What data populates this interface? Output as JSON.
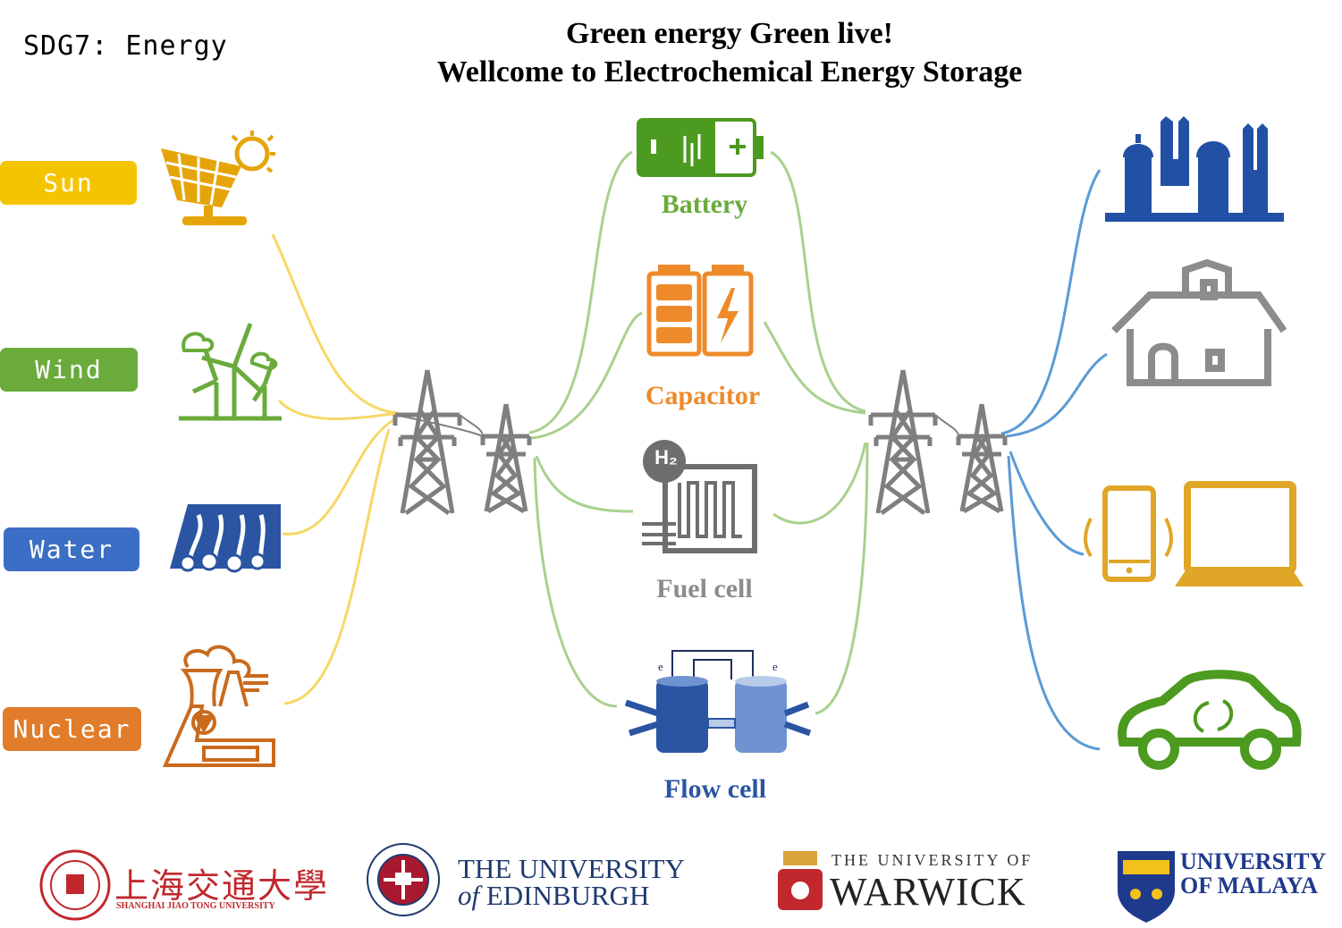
{
  "header": {
    "sdg_label": "SDG7: Energy",
    "title_line1": "Green energy Green live!",
    "title_line2": "Wellcome to Electrochemical Energy Storage"
  },
  "sources": [
    {
      "label": "Sun",
      "color": "#f5c400",
      "icon": "solar-panel-icon"
    },
    {
      "label": "Wind",
      "color": "#6aab3c",
      "icon": "wind-turbine-icon"
    },
    {
      "label": "Water",
      "color": "#3b6fc5",
      "icon": "hydro-dam-icon"
    },
    {
      "label": "Nuclear",
      "color": "#e07c2a",
      "icon": "nuclear-plant-icon"
    }
  ],
  "storage": [
    {
      "label": "Battery",
      "color": "#6aab3c",
      "icon": "battery-icon"
    },
    {
      "label": "Capacitor",
      "color": "#ee8a2a",
      "icon": "capacitor-icon"
    },
    {
      "label": "Fuel cell",
      "color": "#8c8c8c",
      "icon": "fuel-cell-icon"
    },
    {
      "label": "Flow cell",
      "color": "#2b55a3",
      "icon": "flow-cell-icon"
    }
  ],
  "fuel_cell_badge": "H₂",
  "flow_cell_electrode_left": "e",
  "flow_cell_electrode_right": "e",
  "consumers": [
    {
      "icon": "factory-icon",
      "color": "#2250a5"
    },
    {
      "icon": "house-icon",
      "color": "#8c8c8c"
    },
    {
      "icon": "phone-laptop-icon",
      "color": "#e0a628"
    },
    {
      "icon": "electric-car-icon",
      "color": "#4c9a1f"
    }
  ],
  "line_colors": {
    "source": "#f7d867",
    "storage": "#a9d18e",
    "consumer": "#5b9bd5",
    "tower": "#7f7f7f"
  },
  "logos": {
    "sjtu_cn": "上海交通大學",
    "sjtu_en": "SHANGHAI JIAO TONG UNIVERSITY",
    "edinburgh_line1": "THE UNIVERSITY",
    "edinburgh_of": "of",
    "edinburgh_line2": "EDINBURGH",
    "warwick_line1": "THE UNIVERSITY OF",
    "warwick_line2": "WARWICK",
    "malaya_line1": "UNIVERSITY",
    "malaya_line2": "OF MALAYA"
  }
}
